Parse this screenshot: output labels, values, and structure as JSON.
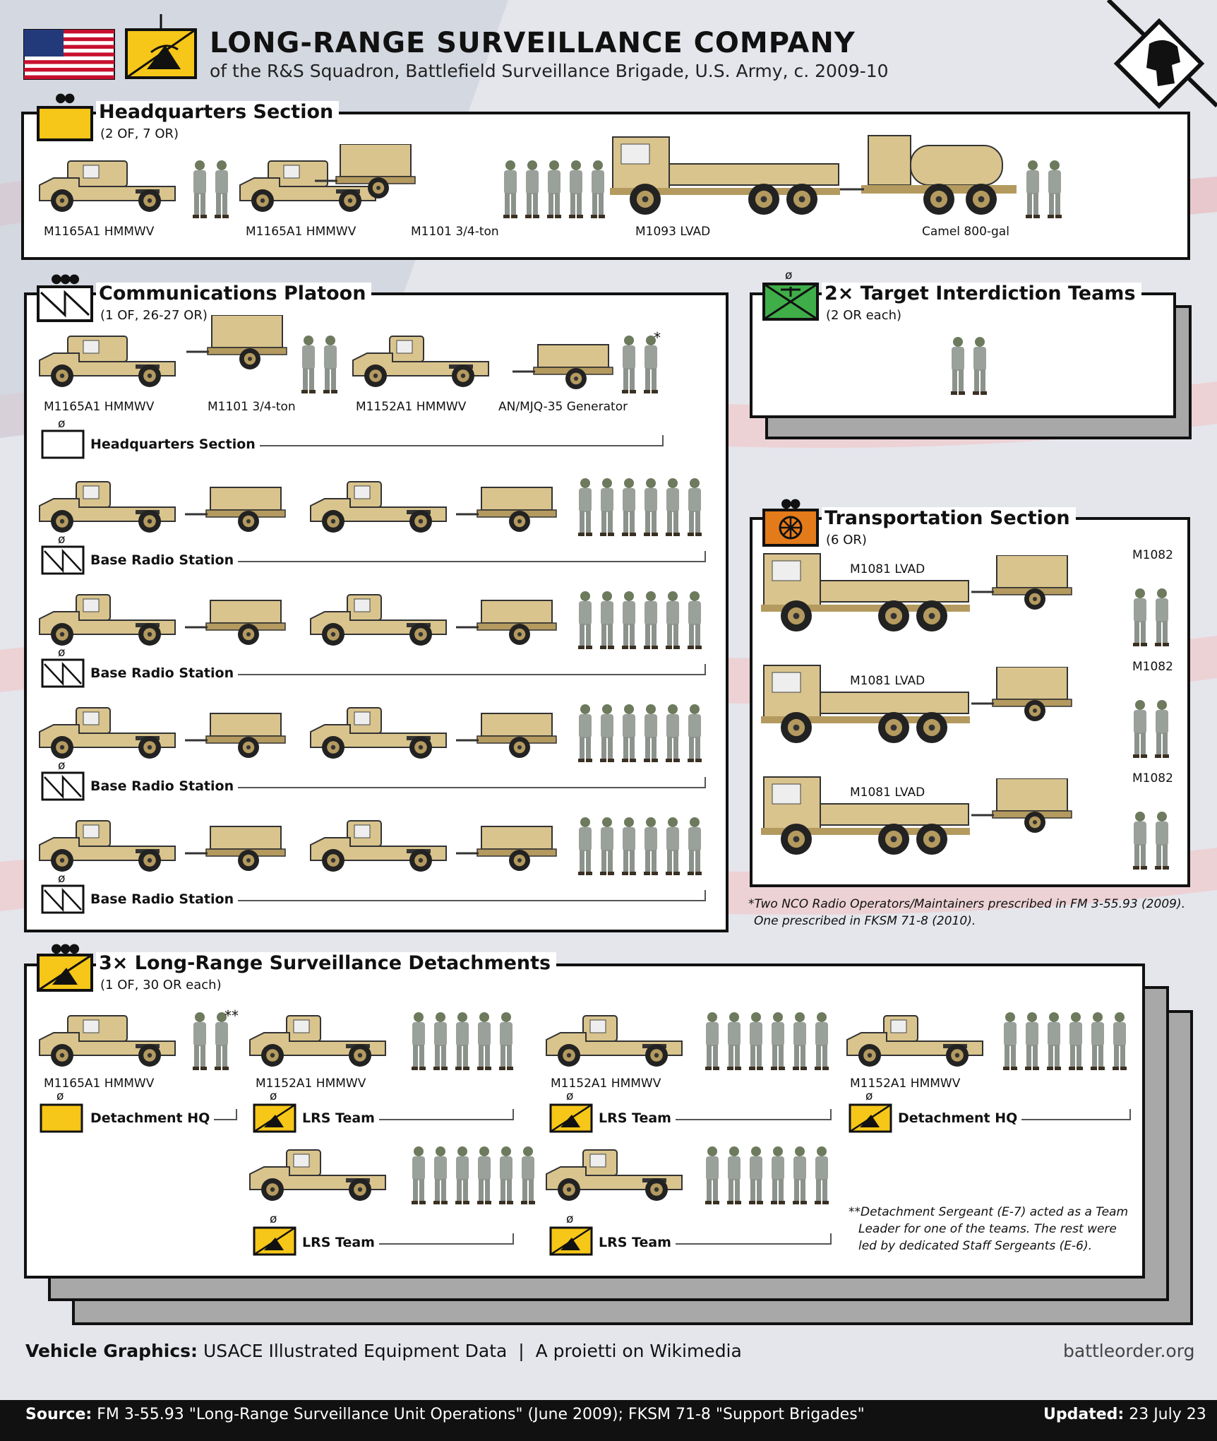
{
  "header": {
    "title": "LONG-RANGE SURVEILLANCE COMPANY",
    "subtitle": "of the R&S Squadron, Battlefield Surveillance Brigade, U.S. Army, c. 2009-10"
  },
  "hq_section": {
    "title": "Headquarters Section",
    "sub": "(2 OF, 7 OR)",
    "labels": [
      "M1165A1 HMMWV",
      "M1165A1 HMMWV",
      "M1101 3/4-ton",
      "M1093 LVAD",
      "Camel 800-gal"
    ]
  },
  "comms": {
    "title": "Communications Platoon",
    "sub": "(1 OF, 26-27 OR)",
    "labels": [
      "M1165A1 HMMWV",
      "M1101 3/4-ton",
      "M1152A1 HMMWV",
      "AN/MJQ-35 Generator"
    ],
    "asterisk": "*",
    "hq_label": "Headquarters Section",
    "brs_label": "Base Radio Station"
  },
  "tit": {
    "title": "2× Target Interdiction Teams",
    "sub": "(2 OR each)"
  },
  "transport": {
    "title": "Transportation Section",
    "sub": "(6 OR)",
    "truck": "M1081 LVAD",
    "trailer": "M1082"
  },
  "transport_note": {
    "line1": "*Two NCO Radio Operators/Maintainers prescribed in FM 3-55.93 (2009).",
    "line2": "One prescribed in FKSM 71-8 (2010)."
  },
  "lrs": {
    "title": "3× Long-Range Surveillance Detachments",
    "sub": "(1 OF, 30 OR each)",
    "labels": [
      "M1165A1 HMMWV",
      "M1152A1 HMMWV",
      "M1152A1 HMMWV",
      "M1152A1 HMMWV"
    ],
    "dasterisk": "**",
    "det_hq": "Detachment HQ",
    "team": "LRS Team",
    "note1": "**Detachment Sergeant (E-7) acted as a Team",
    "note2": "Leader for one of the teams. The rest were",
    "note3": "led by dedicated Staff Sergeants (E-6)."
  },
  "echelon": {
    "section": "●●",
    "platoon": "●●●",
    "team": "ø"
  },
  "credits": {
    "label": "Vehicle Graphics:",
    "text": "USACE Illustrated Equipment Data  |  A proietti on Wikimedia",
    "site": "battleorder.org"
  },
  "footer": {
    "source_label": "Source:",
    "source_text": "FM 3-55.93 \"Long-Range Surveillance Unit Operations\" (June 2009); FKSM 71-8 \"Support Brigades\"",
    "updated_label": "Updated:",
    "updated_text": "23 July 23"
  },
  "colors": {
    "yellow": "#f6c618",
    "green": "#3fae49",
    "orange": "#e47b1a",
    "tan": "#d9c48e",
    "tan_dark": "#b49a5f"
  }
}
